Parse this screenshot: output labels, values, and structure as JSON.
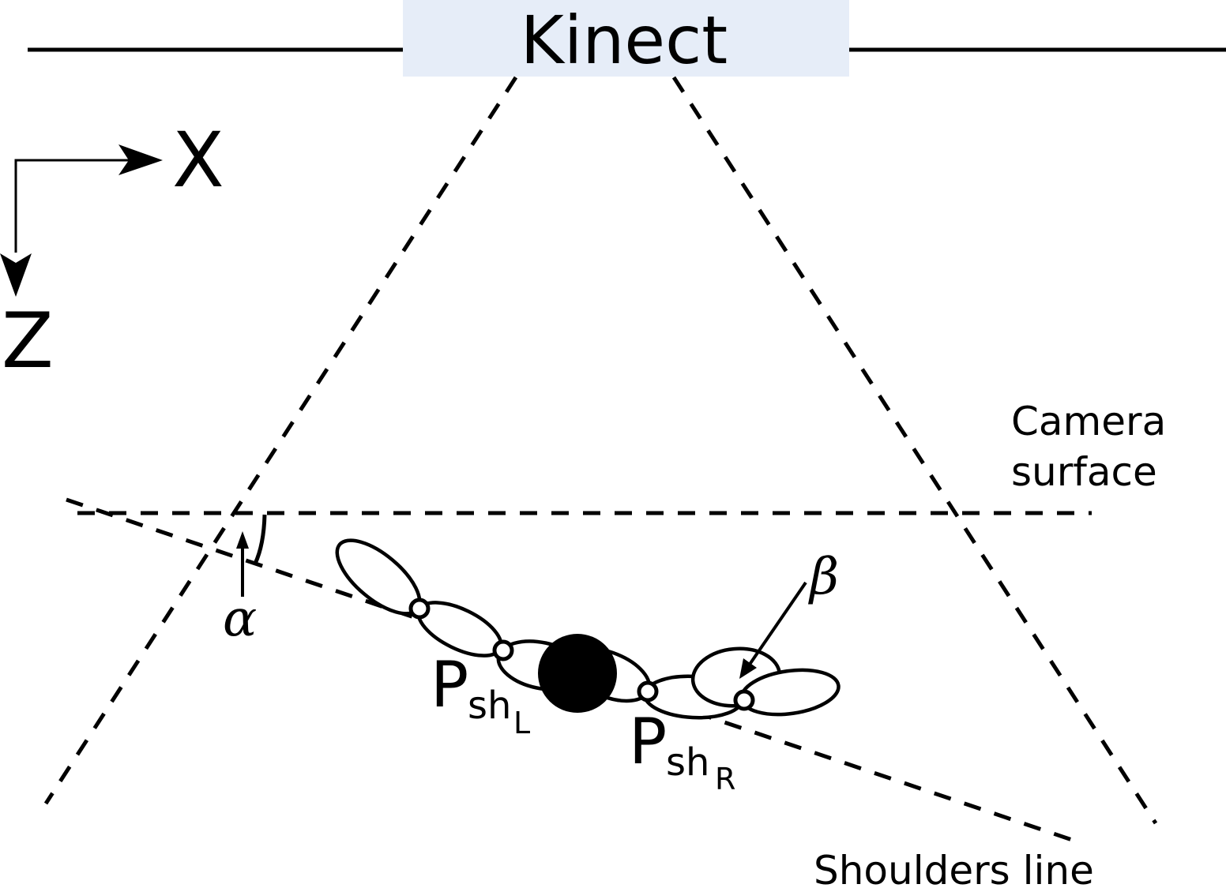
{
  "sensor": {
    "label": "Kinect",
    "box_fill": "#e6edf8"
  },
  "axes": {
    "x_label": "X",
    "z_label": "Z"
  },
  "camera_surface": {
    "line1": "Camera",
    "line2": "surface"
  },
  "shoulders_line": {
    "label": "Shoulders line"
  },
  "angles": {
    "alpha": "α",
    "beta": "β"
  },
  "points": {
    "left": {
      "main": "P",
      "sub": "sh",
      "subsub": "L"
    },
    "right": {
      "main": "P",
      "sub": "sh",
      "subsub": "R"
    }
  },
  "colors": {
    "ink": "#000000",
    "background": "#ffffff"
  }
}
